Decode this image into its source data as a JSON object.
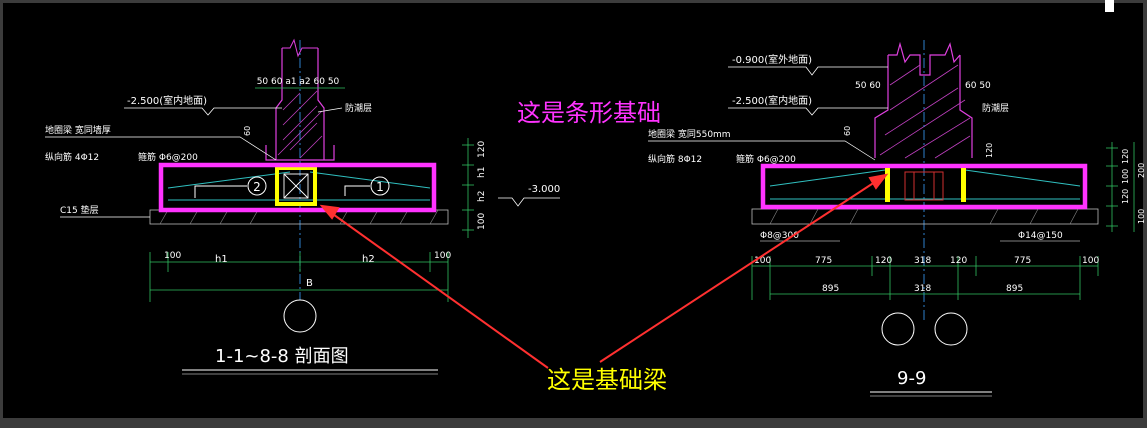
{
  "annotations": {
    "strip_foundation": "这是条形基础",
    "foundation_beam": "这是基础梁"
  },
  "left_section": {
    "title": "1-1~8-8 剖面图",
    "top_dims": "50 60 a1 a2 60 50",
    "floor_level": "-2.500(室内地面)",
    "damp_proof": "防潮层",
    "beam_note": "地圈梁 宽同墙厚",
    "rebar_long": "纵向筋 4Φ12",
    "stirrup": "箍筋 Φ6@200",
    "bedding": "C15 垫层",
    "callout_2": "2",
    "callout_1": "1",
    "level_bottom": "-3.000",
    "dim_120": "120",
    "dim_h1": "h1",
    "dim_h2": "h2",
    "dim_100": "100",
    "dim_60": "60",
    "bottom_dim_left": "100",
    "bottom_dim_right": "100",
    "bottom_h1": "h1",
    "bottom_h2": "h2",
    "bottom_B": "B"
  },
  "right_section": {
    "title": "9-9",
    "outdoor_level": "-0.900(室外地面)",
    "floor_level": "-2.500(室内地面)",
    "top_dims_left": "50 60",
    "top_dims_right": "60 50",
    "damp_proof": "防潮层",
    "beam_note": "地圈梁 宽同550mm",
    "rebar_long": "纵向筋 8Φ12",
    "stirrup": "箍筋 Φ6@200",
    "rebar_a": "Φ8@300",
    "rebar_b": "Φ14@150",
    "dim_60": "60",
    "dim_120": "120",
    "v_dims": [
      "120",
      "100",
      "120",
      "200",
      "100"
    ],
    "bottom_row1": [
      "100",
      "775",
      "120",
      "318",
      "120",
      "775",
      "100"
    ],
    "bottom_row2": [
      "895",
      "318",
      "895"
    ]
  }
}
